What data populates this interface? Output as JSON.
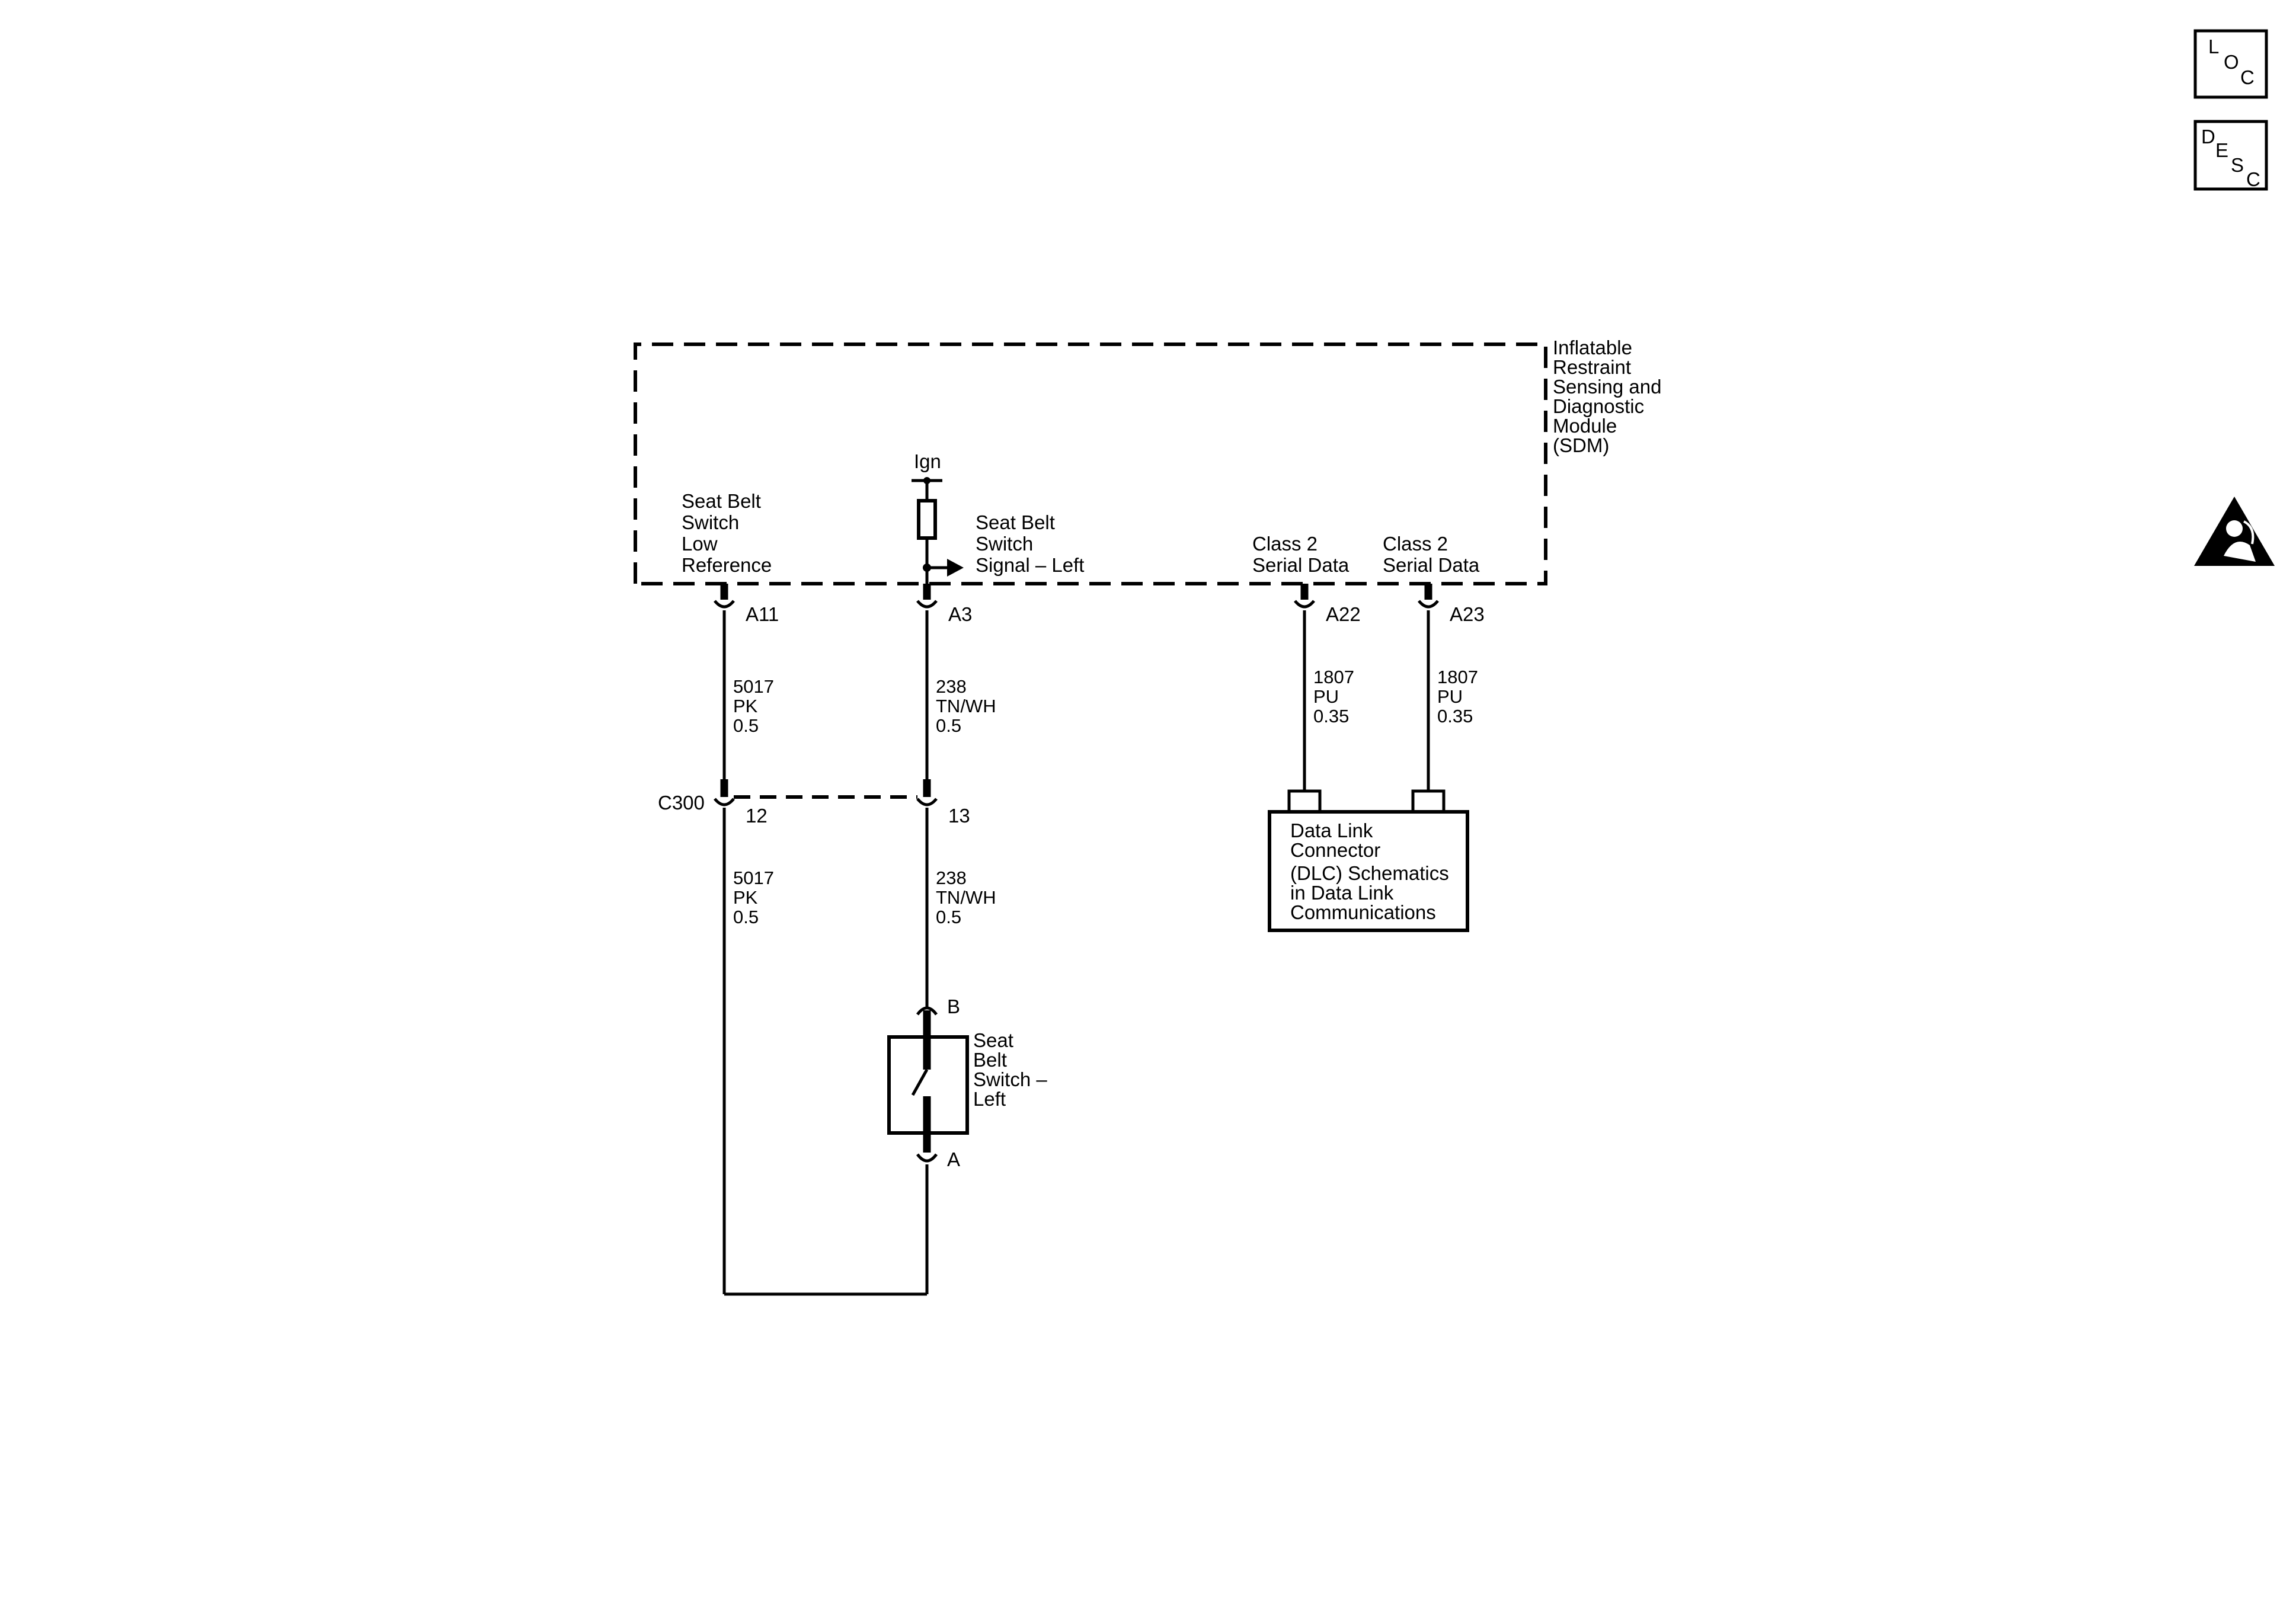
{
  "module": {
    "name_lines": [
      "Inflatable",
      "Restraint",
      "Sensing and",
      "Diagnostic",
      "Module",
      "(SDM)"
    ],
    "ign_label": "Ign",
    "circuits": [
      {
        "label_lines": [
          "Seat Belt",
          "Switch",
          "Low",
          "Reference"
        ],
        "pin": "A11"
      },
      {
        "label_lines": [
          "Seat Belt",
          "Switch",
          "Signal – Left"
        ],
        "pin": "A3"
      },
      {
        "label_lines": [
          "Class 2",
          "Serial Data"
        ],
        "pin": "A22"
      },
      {
        "label_lines": [
          "Class 2",
          "Serial Data"
        ],
        "pin": "A23"
      }
    ]
  },
  "wires": {
    "a11_upper": [
      "5017",
      "PK",
      "0.5"
    ],
    "a3_upper": [
      "238",
      "TN/WH",
      "0.5"
    ],
    "a22": [
      "1807",
      "PU",
      "0.35"
    ],
    "a23": [
      "1807",
      "PU",
      "0.35"
    ],
    "a11_lower": [
      "5017",
      "PK",
      "0.5"
    ],
    "a3_lower": [
      "238",
      "TN/WH",
      "0.5"
    ]
  },
  "connector_c300": {
    "name": "C300",
    "pin_a": "12",
    "pin_b": "13"
  },
  "switch": {
    "label_lines": [
      "Seat",
      "Belt",
      "Switch –",
      "Left"
    ],
    "pin_top": "B",
    "pin_bottom": "A"
  },
  "dlc": {
    "label_lines": [
      "Data Link",
      "Connector",
      "(DLC) Schematics",
      "in Data Link",
      "Communications"
    ]
  },
  "side_icons": {
    "loc": [
      "L",
      "O",
      "C"
    ],
    "desc": [
      "D",
      "E",
      "S",
      "C"
    ],
    "airbag_icon": "airbag-warning-icon"
  }
}
